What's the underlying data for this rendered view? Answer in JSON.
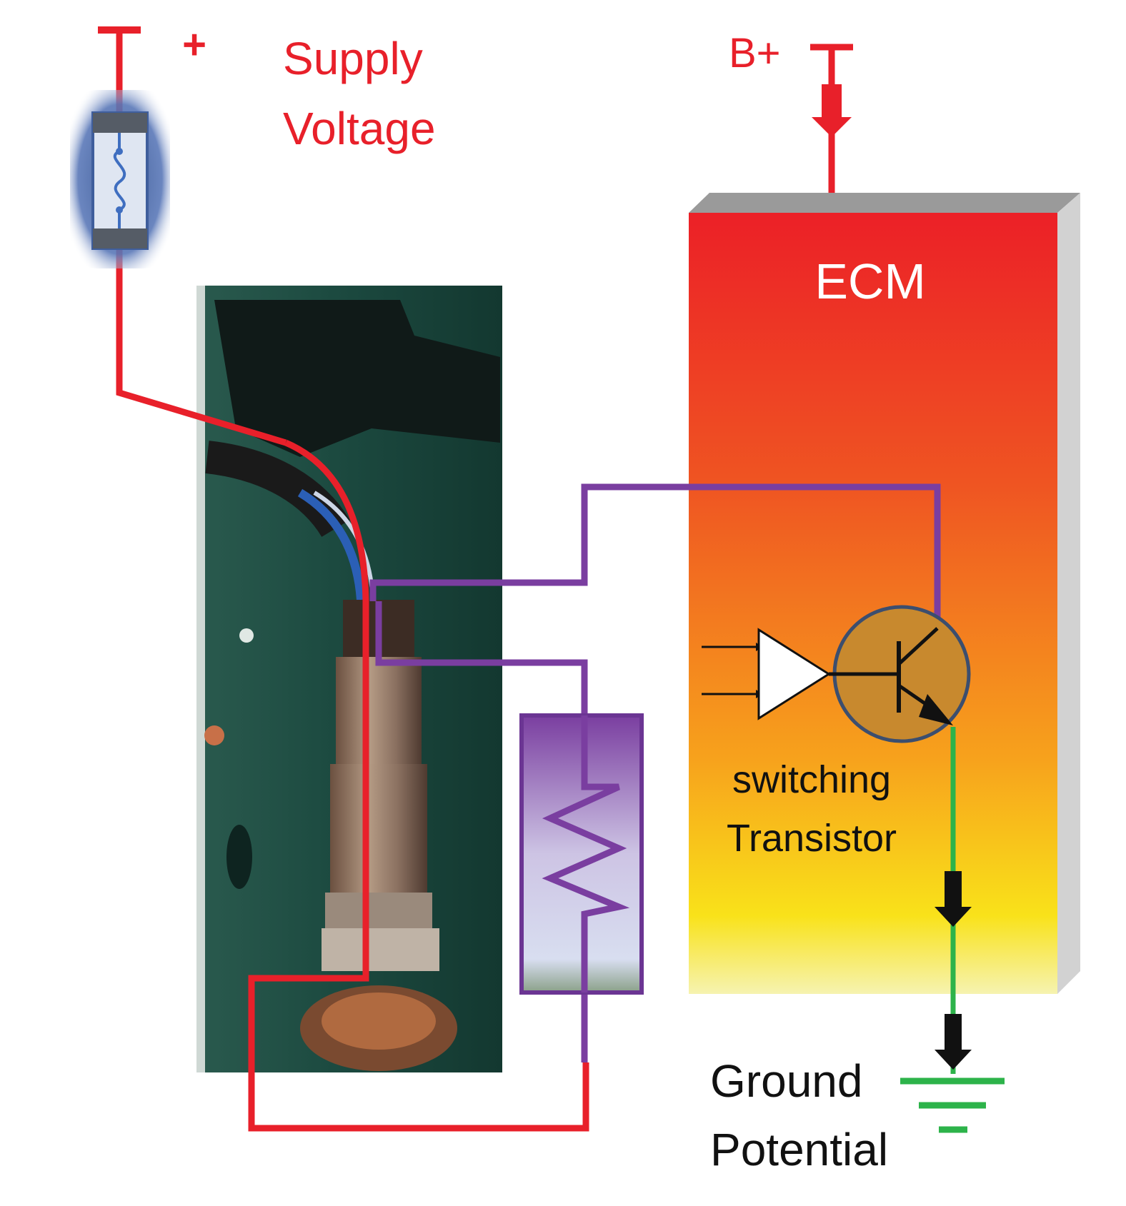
{
  "labels": {
    "plus": "+",
    "supply_line1": "Supply",
    "supply_line2": "Voltage",
    "battery": "B+",
    "ecm": "ECM",
    "transistor_line1": "switching",
    "transistor_line2": "Transistor",
    "ground_line1": "Ground",
    "ground_line2": "Potential"
  },
  "colors": {
    "supply_wire": "#e8202a",
    "signal_wire": "#7a3ea0",
    "ground_wire": "#2db34a",
    "label_red": "#e8202a",
    "label_dark": "#111111",
    "ecm_label": "#ffffff"
  },
  "components": {
    "fuse": "fuse-icon",
    "sensor": "oxygen-sensor-photo",
    "heater": "resistor-icon",
    "ecm": "ecm-module",
    "transistor": "npn-transistor-icon",
    "driver": "amplifier-triangle-icon",
    "ground": "ground-symbol-icon"
  }
}
